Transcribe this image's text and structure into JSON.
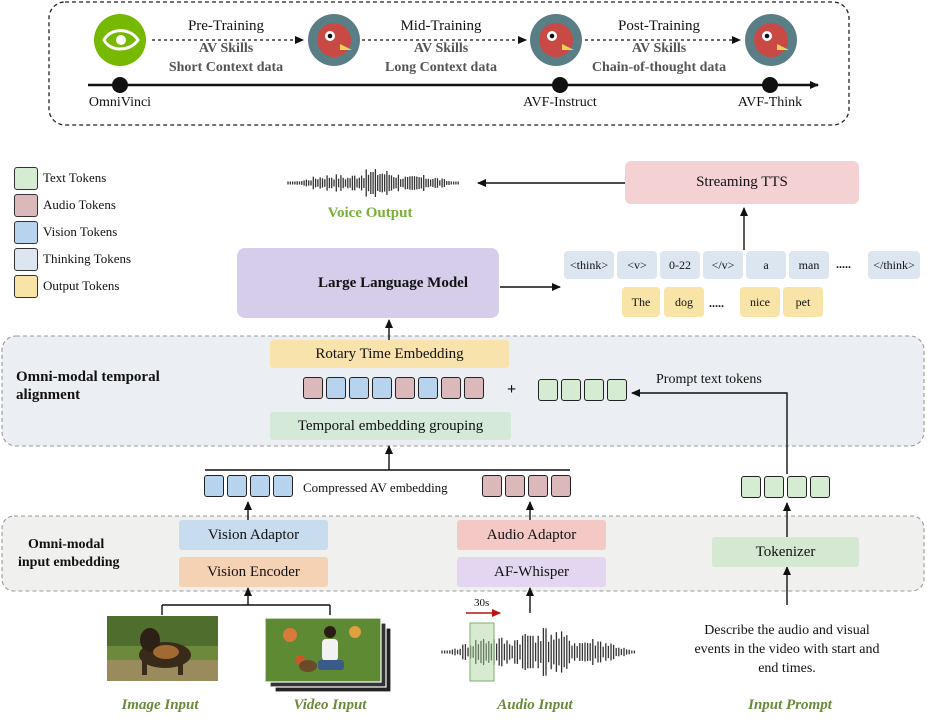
{
  "timeline": {
    "stages": [
      {
        "title": "Pre-Training",
        "line1": "AV Skills",
        "line2": "Short Context data"
      },
      {
        "title": "Mid-Training",
        "line1": "AV Skills",
        "line2": "Long Context data"
      },
      {
        "title": "Post-Training",
        "line1": "AV Skills",
        "line2": "Chain-of-thought data"
      }
    ],
    "milestones": [
      "OmniVinci",
      "AVF-Instruct",
      "AVF-Think"
    ]
  },
  "legend": [
    {
      "label": "Text Tokens",
      "color": "#d5ecd3"
    },
    {
      "label": "Audio Tokens",
      "color": "#dbb8b9"
    },
    {
      "label": "Vision Tokens",
      "color": "#b7d3ee"
    },
    {
      "label": "Thinking Tokens",
      "color": "#dbe6f1"
    },
    {
      "label": "Output Tokens",
      "color": "#f7e4a6"
    }
  ],
  "output": {
    "voice_label": "Voice Output",
    "tts_label": "Streaming TTS",
    "llm_label": "Large Language Model",
    "thinking_tokens": [
      "<think>",
      "<v>",
      "0-22",
      "</v>",
      "a",
      "man",
      ".....",
      "</think>"
    ],
    "output_tokens": [
      "The",
      "dog",
      ".....",
      "nice",
      "pet"
    ]
  },
  "alignment": {
    "section_label_1": "Omni-modal temporal",
    "section_label_2": "alignment",
    "rotary_label": "Rotary Time Embedding",
    "grouping_label": "Temporal embedding grouping",
    "plus": "+",
    "prompt_tokens_label": "Prompt text tokens"
  },
  "embedding": {
    "compressed_label": "Compressed AV embedding",
    "section_label_1": "Omni-modal",
    "section_label_2": "input embedding",
    "vision_adaptor": "Vision Adaptor",
    "vision_encoder": "Vision Encoder",
    "audio_adaptor": "Audio Adaptor",
    "af_whisper": "AF-Whisper",
    "tokenizer": "Tokenizer"
  },
  "inputs": {
    "image_label": "Image Input",
    "video_label": "Video Input",
    "audio_label": "Audio Input",
    "prompt_label": "Input Prompt",
    "audio_window": "30s",
    "prompt_text_1": "Describe the audio and visual",
    "prompt_text_2": "events in the video with start and",
    "prompt_text_3": "end times."
  }
}
